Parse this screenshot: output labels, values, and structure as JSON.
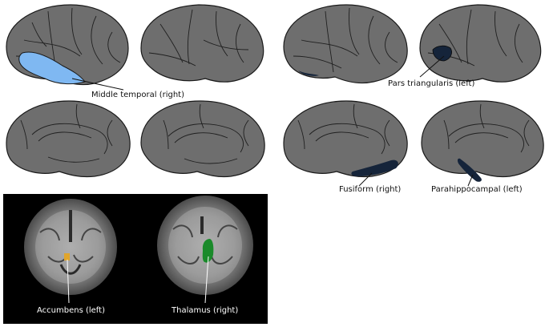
{
  "colors": {
    "middle_temporal": "#7fb8f2",
    "dark_navy": "#15243a",
    "accumbens": "#e0a52c",
    "thalamus": "#1a8a2a",
    "cortex_gray": "#6e6e6e",
    "mri_bg": "#000000"
  },
  "labels": {
    "middle_temporal": "Middle temporal (right)",
    "pars_triangularis": "Pars triangularis (left)",
    "fusiform": "Fusiform (right)",
    "parahippocampal": "Parahippocampal (left)",
    "accumbens": "Accumbens (left)",
    "thalamus": "Thalamus (right)"
  }
}
